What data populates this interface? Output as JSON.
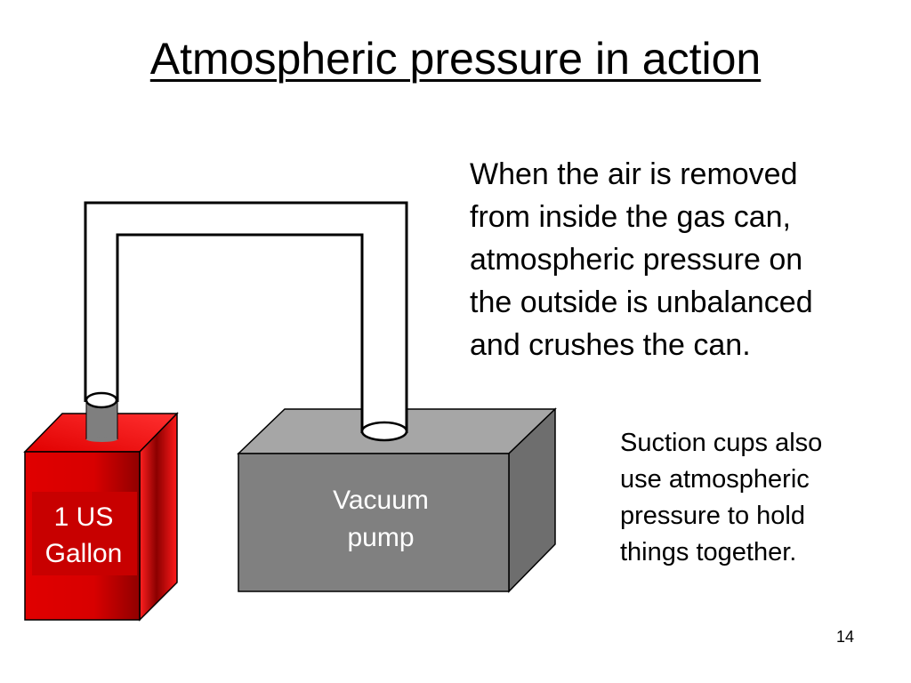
{
  "slide": {
    "title": "Atmospheric pressure in action",
    "main_text_lines": [
      "When the air is removed",
      "from inside the gas can,",
      "atmospheric pressure on",
      "the outside is unbalanced",
      "and crushes the can."
    ],
    "side_text_lines": [
      "Suction cups also",
      "use atmospheric",
      "pressure to hold",
      "things together."
    ],
    "slide_number": "14"
  },
  "diagram": {
    "gas_can_label_lines": [
      "1 US",
      "Gallon"
    ],
    "pump_label_lines": [
      "Vacuum",
      "pump"
    ]
  },
  "colors": {
    "can_red": "#e00000",
    "can_dark_red": "#8b0000",
    "pump_gray": "#808080",
    "pump_top": "#a6a6a6",
    "pump_side": "#6e6e6e",
    "nozzle_gray": "#7f7f7f"
  }
}
